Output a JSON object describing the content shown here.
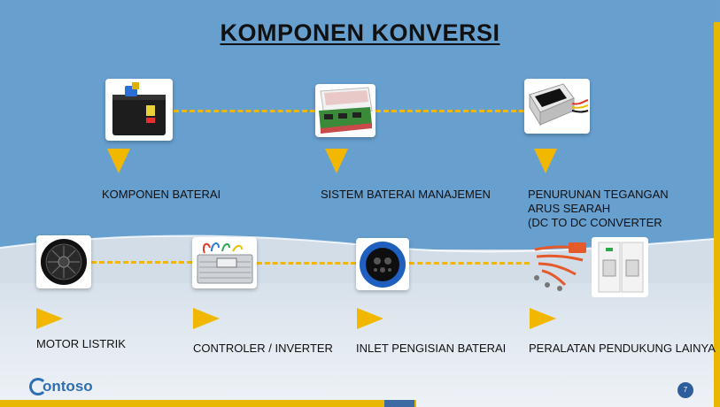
{
  "slide": {
    "title": "KOMPONEN KONVERSI",
    "page_number": "7",
    "logo_text": "ontoso"
  },
  "components": [
    {
      "label_lines": [
        "KOMPONEN BATERAI"
      ],
      "icon": "battery-icon"
    },
    {
      "label_lines": [
        "SISTEM BATERAI MANAJEMEN"
      ],
      "icon": "bms-board-icon"
    },
    {
      "label_lines": [
        "PENURUNAN TEGANGAN",
        "ARUS SEARAH",
        "(DC TO DC CONVERTER"
      ],
      "icon": "dc-converter-icon"
    },
    {
      "label_lines": [
        "MOTOR LISTRIK"
      ],
      "icon": "hub-motor-icon"
    },
    {
      "label_lines": [
        "CONTROLER / INVERTER"
      ],
      "icon": "controller-icon"
    },
    {
      "label_lines": [
        "INLET PENGISIAN BATERAI"
      ],
      "icon": "charging-inlet-icon"
    },
    {
      "label_lines": [
        "PERALATAN PENDUKUNG LAINYA"
      ],
      "icon": "circuit-breaker-icon"
    }
  ],
  "colors": {
    "accent": "#f2b800",
    "background_top": "#679fcf",
    "brand": "#2d6fb3"
  }
}
